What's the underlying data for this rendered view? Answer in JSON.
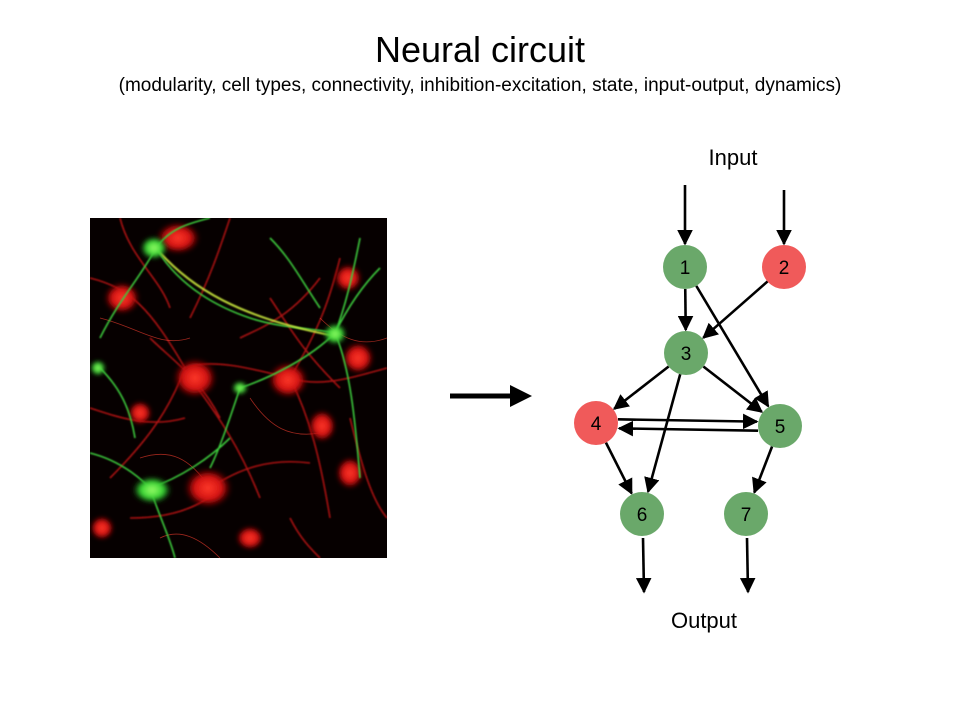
{
  "slide": {
    "title": "Neural circuit",
    "subtitle": "(modularity, cell types, connectivity, inhibition-excitation, state, input-output, dynamics)"
  },
  "diagram": {
    "input_label": "Input",
    "output_label": "Output",
    "colors": {
      "excitatory": "#6aa86a",
      "inhibitory": "#f05a5a",
      "edge": "#000000",
      "micrograph_red": "#e01818",
      "micrograph_green": "#3cd83c"
    },
    "nodes": [
      {
        "id": "1",
        "label": "1",
        "type": "excitatory"
      },
      {
        "id": "2",
        "label": "2",
        "type": "inhibitory"
      },
      {
        "id": "3",
        "label": "3",
        "type": "excitatory"
      },
      {
        "id": "4",
        "label": "4",
        "type": "inhibitory"
      },
      {
        "id": "5",
        "label": "5",
        "type": "excitatory"
      },
      {
        "id": "6",
        "label": "6",
        "type": "excitatory"
      },
      {
        "id": "7",
        "label": "7",
        "type": "excitatory"
      }
    ],
    "edges": [
      {
        "from": "input",
        "to": "1"
      },
      {
        "from": "input",
        "to": "2"
      },
      {
        "from": "1",
        "to": "3"
      },
      {
        "from": "2",
        "to": "3"
      },
      {
        "from": "1",
        "to": "5"
      },
      {
        "from": "3",
        "to": "4"
      },
      {
        "from": "3",
        "to": "5"
      },
      {
        "from": "3",
        "to": "6"
      },
      {
        "from": "4",
        "to": "5"
      },
      {
        "from": "5",
        "to": "4"
      },
      {
        "from": "4",
        "to": "6"
      },
      {
        "from": "5",
        "to": "7"
      },
      {
        "from": "6",
        "to": "output"
      },
      {
        "from": "7",
        "to": "output"
      }
    ]
  }
}
